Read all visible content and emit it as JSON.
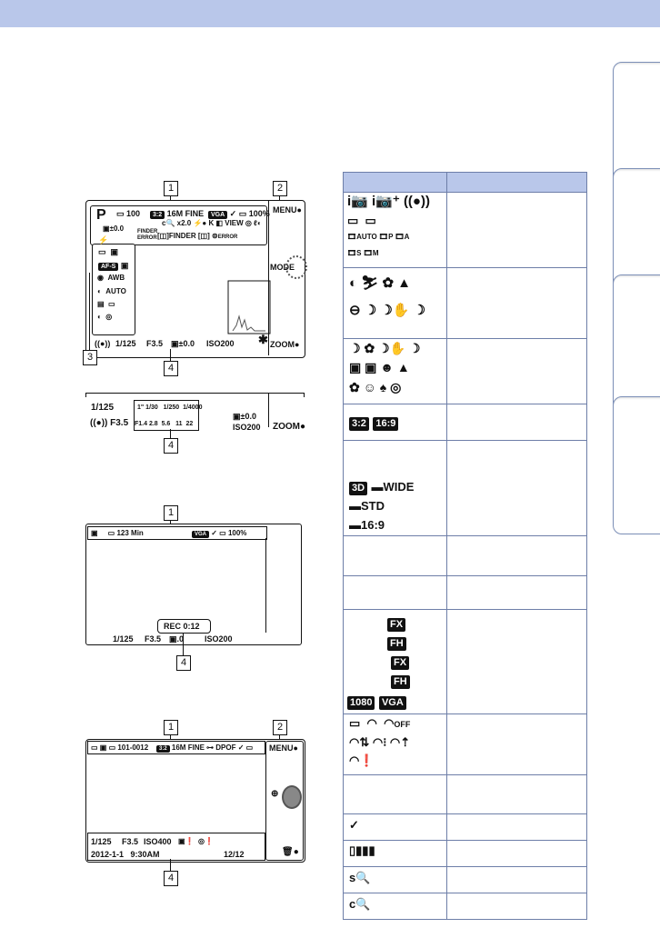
{
  "screen1": {
    "callouts": [
      "1",
      "2",
      "3",
      "4"
    ],
    "mode": "P",
    "top_row": [
      "100",
      "3:2",
      "16M",
      "FINE",
      "VGA",
      "100%"
    ],
    "row2": [
      "x2.0"
    ],
    "ev": "±0.0",
    "finder": [
      "FINDER ERROR",
      "FINDER"
    ],
    "error": "ERROR",
    "left_icons": [
      "AF-S",
      "AWB",
      "AUTO"
    ],
    "right_buttons": [
      "MENU",
      "MODE",
      "ZOOM"
    ],
    "bottom": [
      "1/125",
      "F3.5",
      "±0.0",
      "ISO200"
    ]
  },
  "screen2": {
    "callout": "4",
    "shutter": "1/125",
    "aperture": "F3.5",
    "shutter_scale": [
      "1\"",
      "1/30",
      "1/250",
      "1/4000"
    ],
    "aperture_scale": [
      "F1.4",
      "2.8",
      "5.6",
      "11",
      "22"
    ],
    "ev": "±0.0",
    "iso": "ISO200",
    "zoom": "ZOOM"
  },
  "screen3": {
    "callout_top": "1",
    "callout_bottom": "4",
    "minutes": "123 Min",
    "vga": "VGA",
    "battery": "100%",
    "rec": "REC 0:12",
    "bottom": [
      "1/125",
      "F3.5",
      ".0",
      "ISO200"
    ]
  },
  "screen4": {
    "callout_top": [
      "1",
      "2"
    ],
    "callout_bottom": "4",
    "folder": "101-0012",
    "aspect": "3:2",
    "size": "16M",
    "quality": "FINE",
    "dpof": "DPOF",
    "menu": "MENU",
    "bottom": [
      "1/125",
      "F3.5",
      "ISO400"
    ],
    "date": "2012-1-1",
    "time": "9:30AM",
    "count": "12/12"
  },
  "table": {
    "header": [
      "",
      ""
    ],
    "labels": {
      "aspect": [
        "3:2",
        "16:9"
      ],
      "threed": [
        "3D",
        "WIDE",
        "STD",
        "16:9"
      ],
      "movie": [
        "FX",
        "FH",
        "FX",
        "FH",
        "1080",
        "VGA"
      ],
      "wifi_off": "OFF",
      "film_small": [
        "AUTO",
        "P",
        "A",
        "S",
        "M"
      ]
    }
  }
}
